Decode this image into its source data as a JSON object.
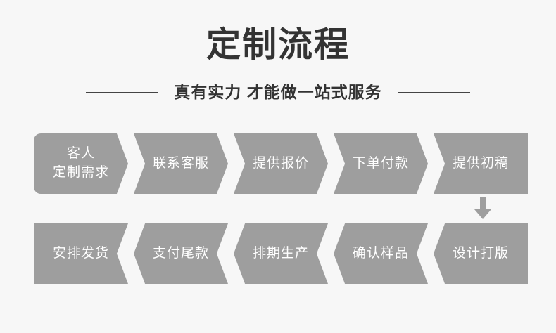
{
  "header": {
    "title": "定制流程",
    "subtitle": "真有实力  才能做一站式服务"
  },
  "colors": {
    "background": "#f7f7f7",
    "box": "#9e9e9e",
    "title_text": "#333333",
    "box_text": "#ffffff",
    "rule": "#444444",
    "arrow": "#9e9e9e"
  },
  "flow": {
    "row1": {
      "direction": "left-to-right",
      "steps": [
        {
          "label": "客人\n定制需求"
        },
        {
          "label": "联系客服"
        },
        {
          "label": "提供报价"
        },
        {
          "label": "下单付款"
        },
        {
          "label": "提供初稿"
        }
      ]
    },
    "connector": {
      "icon": "arrow-down-icon",
      "direction": "down"
    },
    "row2": {
      "direction": "right-to-left",
      "steps": [
        {
          "label": "安排发货"
        },
        {
          "label": "支付尾款"
        },
        {
          "label": "排期生产"
        },
        {
          "label": "确认样品"
        },
        {
          "label": "设计打版"
        }
      ]
    }
  }
}
